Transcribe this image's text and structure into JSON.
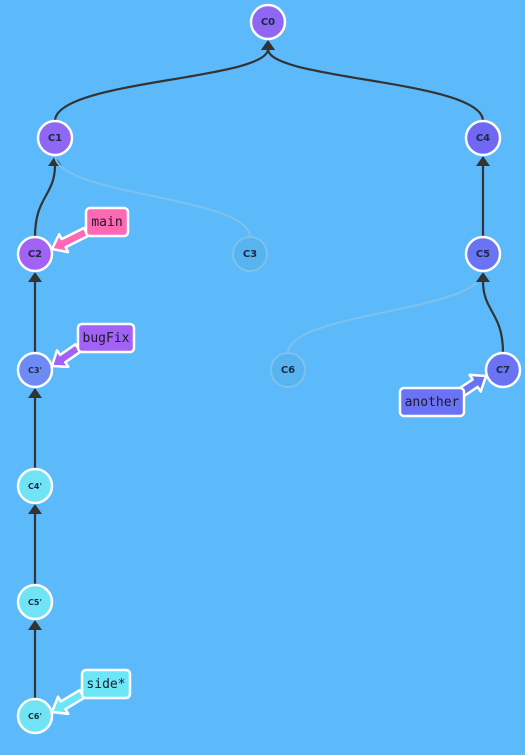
{
  "colors": {
    "background": "#5CBAFB",
    "edge": "#333333",
    "ghost_edge": "#7EC1EC",
    "ghost_fill": "#57B4EE",
    "ghost_text": "#3F9FDB",
    "main": "#FF69B4",
    "bugFix": "#A162F5",
    "another": "#6B73F5",
    "side": "#6BE7F8"
  },
  "commits": [
    {
      "id": "C0",
      "label": "C0",
      "fill": "#8E67F5",
      "ghost": false
    },
    {
      "id": "C1",
      "label": "C1",
      "fill": "#8E67F5",
      "ghost": false
    },
    {
      "id": "C4",
      "label": "C4",
      "fill": "#7068F3",
      "ghost": false
    },
    {
      "id": "C2",
      "label": "C2",
      "fill": "#A162F5",
      "ghost": false
    },
    {
      "id": "C3",
      "label": "C3",
      "fill": "#57B4EE",
      "ghost": true
    },
    {
      "id": "C5",
      "label": "C5",
      "fill": "#6B73F5",
      "ghost": false
    },
    {
      "id": "C3p",
      "label": "C3'",
      "fill": "#6E8BF5",
      "ghost": false
    },
    {
      "id": "C6",
      "label": "C6",
      "fill": "#57B4EE",
      "ghost": true
    },
    {
      "id": "C7",
      "label": "C7",
      "fill": "#6B73F5",
      "ghost": false
    },
    {
      "id": "C4p",
      "label": "C4'",
      "fill": "#70E3F5",
      "ghost": false
    },
    {
      "id": "C5p",
      "label": "C5'",
      "fill": "#70E3F5",
      "ghost": false
    },
    {
      "id": "C6p",
      "label": "C6'",
      "fill": "#70E3F5",
      "ghost": false
    }
  ],
  "edges": [
    {
      "from": "C1",
      "to": "C0",
      "ghost": false
    },
    {
      "from": "C4",
      "to": "C0",
      "ghost": false
    },
    {
      "from": "C2",
      "to": "C1",
      "ghost": false
    },
    {
      "from": "C3",
      "to": "C1",
      "ghost": true
    },
    {
      "from": "C5",
      "to": "C4",
      "ghost": false
    },
    {
      "from": "C3p",
      "to": "C2",
      "ghost": false
    },
    {
      "from": "C6",
      "to": "C5",
      "ghost": true
    },
    {
      "from": "C7",
      "to": "C5",
      "ghost": false
    },
    {
      "from": "C4p",
      "to": "C3p",
      "ghost": false
    },
    {
      "from": "C5p",
      "to": "C4p",
      "ghost": false
    },
    {
      "from": "C6p",
      "to": "C5p",
      "ghost": false
    }
  ],
  "branches": [
    {
      "name": "main",
      "target": "C2",
      "color": "#FF69B4",
      "text_color": "#1a1a2a"
    },
    {
      "name": "bugFix",
      "target": "C3p",
      "color": "#A162F5",
      "text_color": "#1a1a2a"
    },
    {
      "name": "another",
      "target": "C7",
      "color": "#6B73F5",
      "text_color": "#1a1a2a"
    },
    {
      "name": "side*",
      "target": "C6p",
      "color": "#6BE7F8",
      "text_color": "#1a1a2a"
    }
  ]
}
